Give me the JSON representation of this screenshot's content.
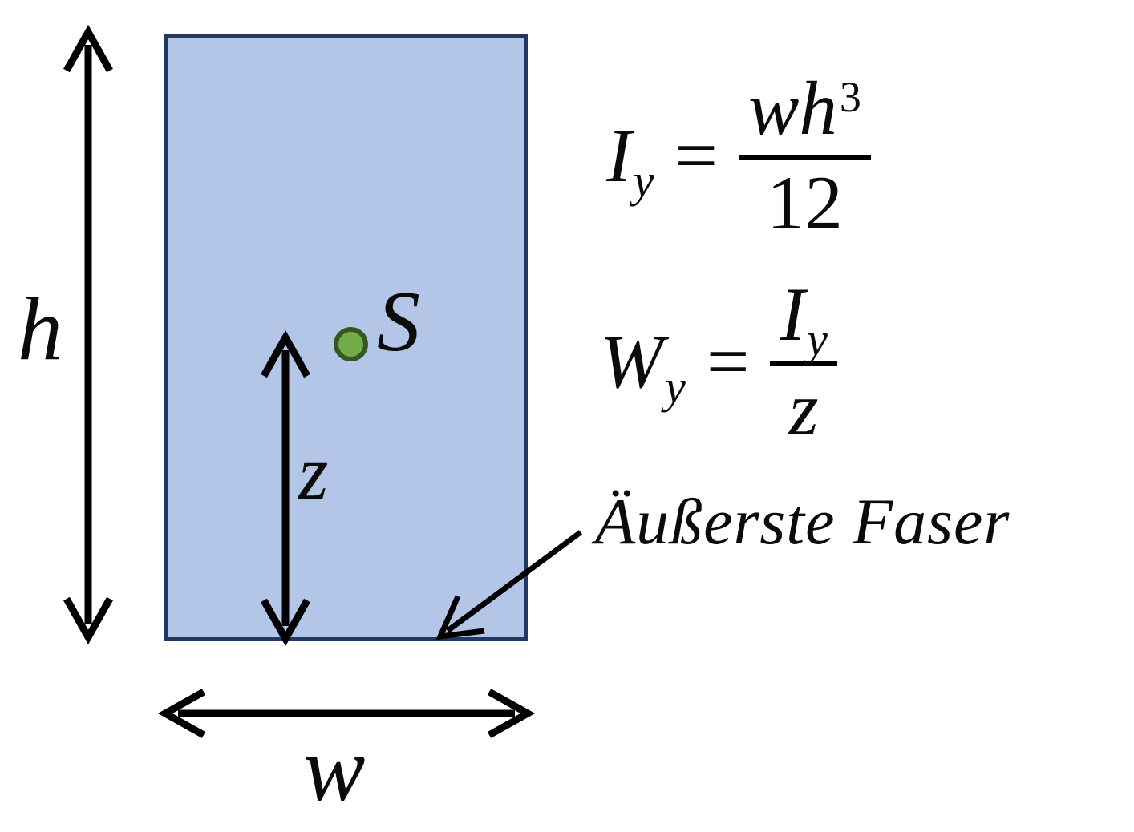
{
  "labels": {
    "height": "h",
    "width": "w",
    "z_distance": "z",
    "centroid": "S",
    "annotation": "Äußerste Faser"
  },
  "formulas": {
    "moment_of_inertia": {
      "lhs_base": "I",
      "lhs_sub": "y",
      "equals": "=",
      "numerator_base": "wh",
      "numerator_sup": "3",
      "denominator": "12"
    },
    "section_modulus": {
      "lhs_base": "W",
      "lhs_sub": "y",
      "equals": "=",
      "numerator_base": "I",
      "numerator_sub": "y",
      "denominator": "z"
    }
  },
  "colors": {
    "background": "#ffffff",
    "shape_fill": "#b4c6e7",
    "shape_border": "#1f3864",
    "centroid_fill": "#70ad47",
    "centroid_stroke": "#375623",
    "line_color": "#000000"
  }
}
